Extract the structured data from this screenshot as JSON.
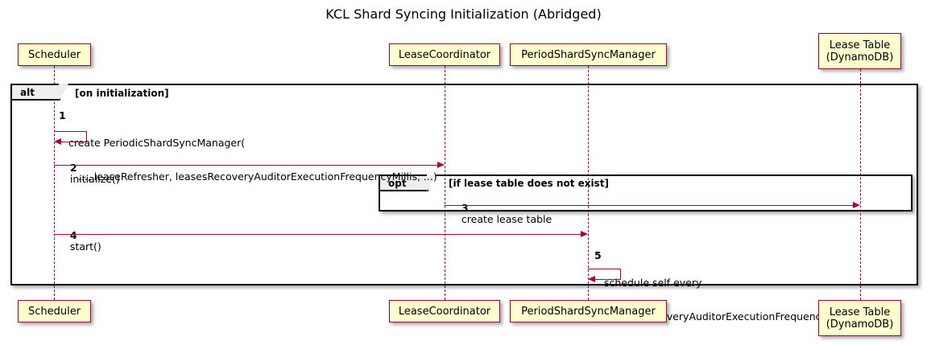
{
  "diagram": {
    "title": "KCL Shard Syncing Initialization (Abridged)",
    "type": "sequence-diagram",
    "colors": {
      "participant_fill": "#FEFECE",
      "participant_border": "#A80036",
      "arrow": "#A80036",
      "frame_border": "#000000",
      "frame_tab_fill": "#EEEEEE"
    },
    "participants": [
      {
        "id": "scheduler",
        "label": "Scheduler"
      },
      {
        "id": "lease-coordinator",
        "label": "LeaseCoordinator"
      },
      {
        "id": "period-shard-sync-manager",
        "label": "PeriodShardSyncManager"
      },
      {
        "id": "lease-table",
        "label": "Lease Table\n(DynamoDB)"
      }
    ],
    "frames": [
      {
        "id": "alt",
        "keyword": "alt",
        "condition": "[on initialization]"
      },
      {
        "id": "opt",
        "keyword": "opt",
        "condition": "[if lease table does not exist]"
      }
    ],
    "messages": [
      {
        "number": "1",
        "text": "create PeriodicShardSyncManager(\n   ..., leaseRefresher, leasesRecoveryAuditorExecutionFrequencyMillis, ...)",
        "line1": "create PeriodicShardSyncManager(",
        "line2": "   ..., leaseRefresher, leasesRecoveryAuditorExecutionFrequencyMillis, ...)",
        "from": "scheduler",
        "to": "scheduler",
        "kind": "self"
      },
      {
        "number": "2",
        "text": "initialize()",
        "from": "scheduler",
        "to": "lease-coordinator",
        "kind": "sync"
      },
      {
        "number": "3",
        "text": "create lease table",
        "from": "lease-coordinator",
        "to": "lease-table",
        "kind": "sync"
      },
      {
        "number": "4",
        "text": "start()",
        "from": "scheduler",
        "to": "period-shard-sync-manager",
        "kind": "sync"
      },
      {
        "number": "5",
        "text": "schedule self every\n  leasesRecoveryAuditorExecutionFrequencyMillis",
        "line1": "schedule self every",
        "line2": "  leasesRecoveryAuditorExecutionFrequencyMillis",
        "from": "period-shard-sync-manager",
        "to": "period-shard-sync-manager",
        "kind": "self"
      }
    ]
  }
}
